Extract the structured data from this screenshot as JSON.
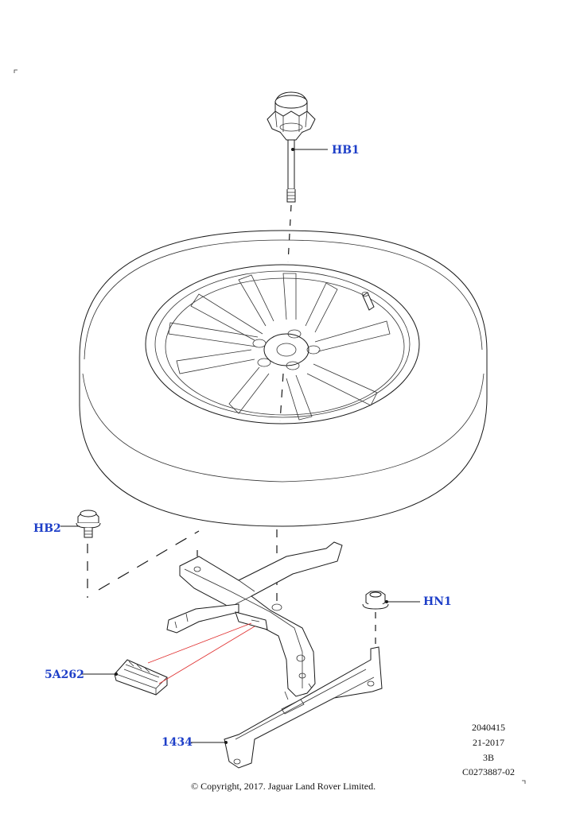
{
  "callouts": {
    "hb1": "HB1",
    "hb2": "HB2",
    "hn1": "HN1",
    "p5a262": "5A262",
    "p1434": "1434"
  },
  "meta": {
    "line1": "2040415",
    "line2": "21-2017",
    "line3": "3B",
    "line4": "C0273887-02"
  },
  "copyright": "© Copyright, 2017. Jaguar Land Rover Limited.",
  "colors": {
    "callout": "#1e3fc8",
    "linework": "#1a1a1a",
    "highlight": "#e03030"
  }
}
